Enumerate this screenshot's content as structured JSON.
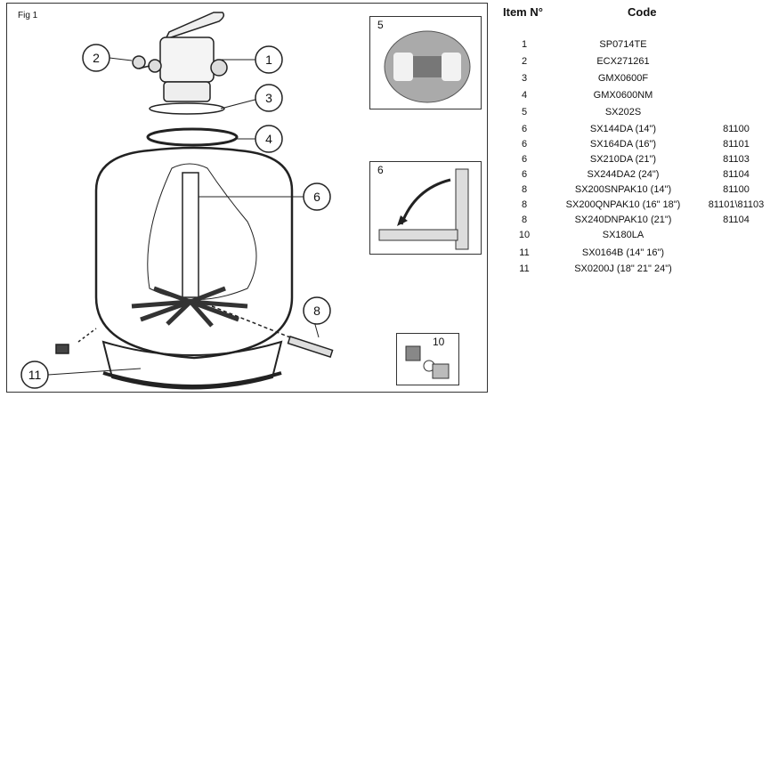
{
  "figure": {
    "label": "Fig 1",
    "callouts": [
      "1",
      "2",
      "3",
      "4",
      "6",
      "8",
      "11"
    ],
    "insets": [
      "5",
      "6",
      "10"
    ]
  },
  "table": {
    "headers": {
      "item": "Item N°",
      "code": "Code"
    },
    "rows": [
      {
        "item": "1",
        "code": "SP0714TE",
        "ref": ""
      },
      {
        "item": "2",
        "code": "ECX271261",
        "ref": ""
      },
      {
        "item": "3",
        "code": "GMX0600F",
        "ref": ""
      },
      {
        "item": "4",
        "code": "GMX0600NM",
        "ref": ""
      },
      {
        "item": "5",
        "code": "SX202S",
        "ref": ""
      },
      {
        "item": "6",
        "code": "SX144DA (14\")",
        "ref": "81100"
      },
      {
        "item": "6",
        "code": "SX164DA (16\")",
        "ref": "81101"
      },
      {
        "item": "6",
        "code": "SX210DA  (21\")",
        "ref": "81103"
      },
      {
        "item": "6",
        "code": "SX244DA2  (24\")",
        "ref": "81104"
      },
      {
        "item": "8",
        "code": "SX200SNPAK10  (14\")",
        "ref": "81100"
      },
      {
        "item": "8",
        "code": "SX200QNPAK10  (16\" 18\")",
        "ref": "81101\\81103"
      },
      {
        "item": "8",
        "code": "SX240DNPAK10 (21\")",
        "ref": "81104"
      },
      {
        "item": "10",
        "code": "SX180LA",
        "ref": ""
      },
      {
        "item": "11",
        "code": "SX0164B (14\" 16\")",
        "ref": ""
      },
      {
        "item": "11",
        "code": "SX0200J (18\" 21\" 24\")",
        "ref": ""
      }
    ]
  }
}
